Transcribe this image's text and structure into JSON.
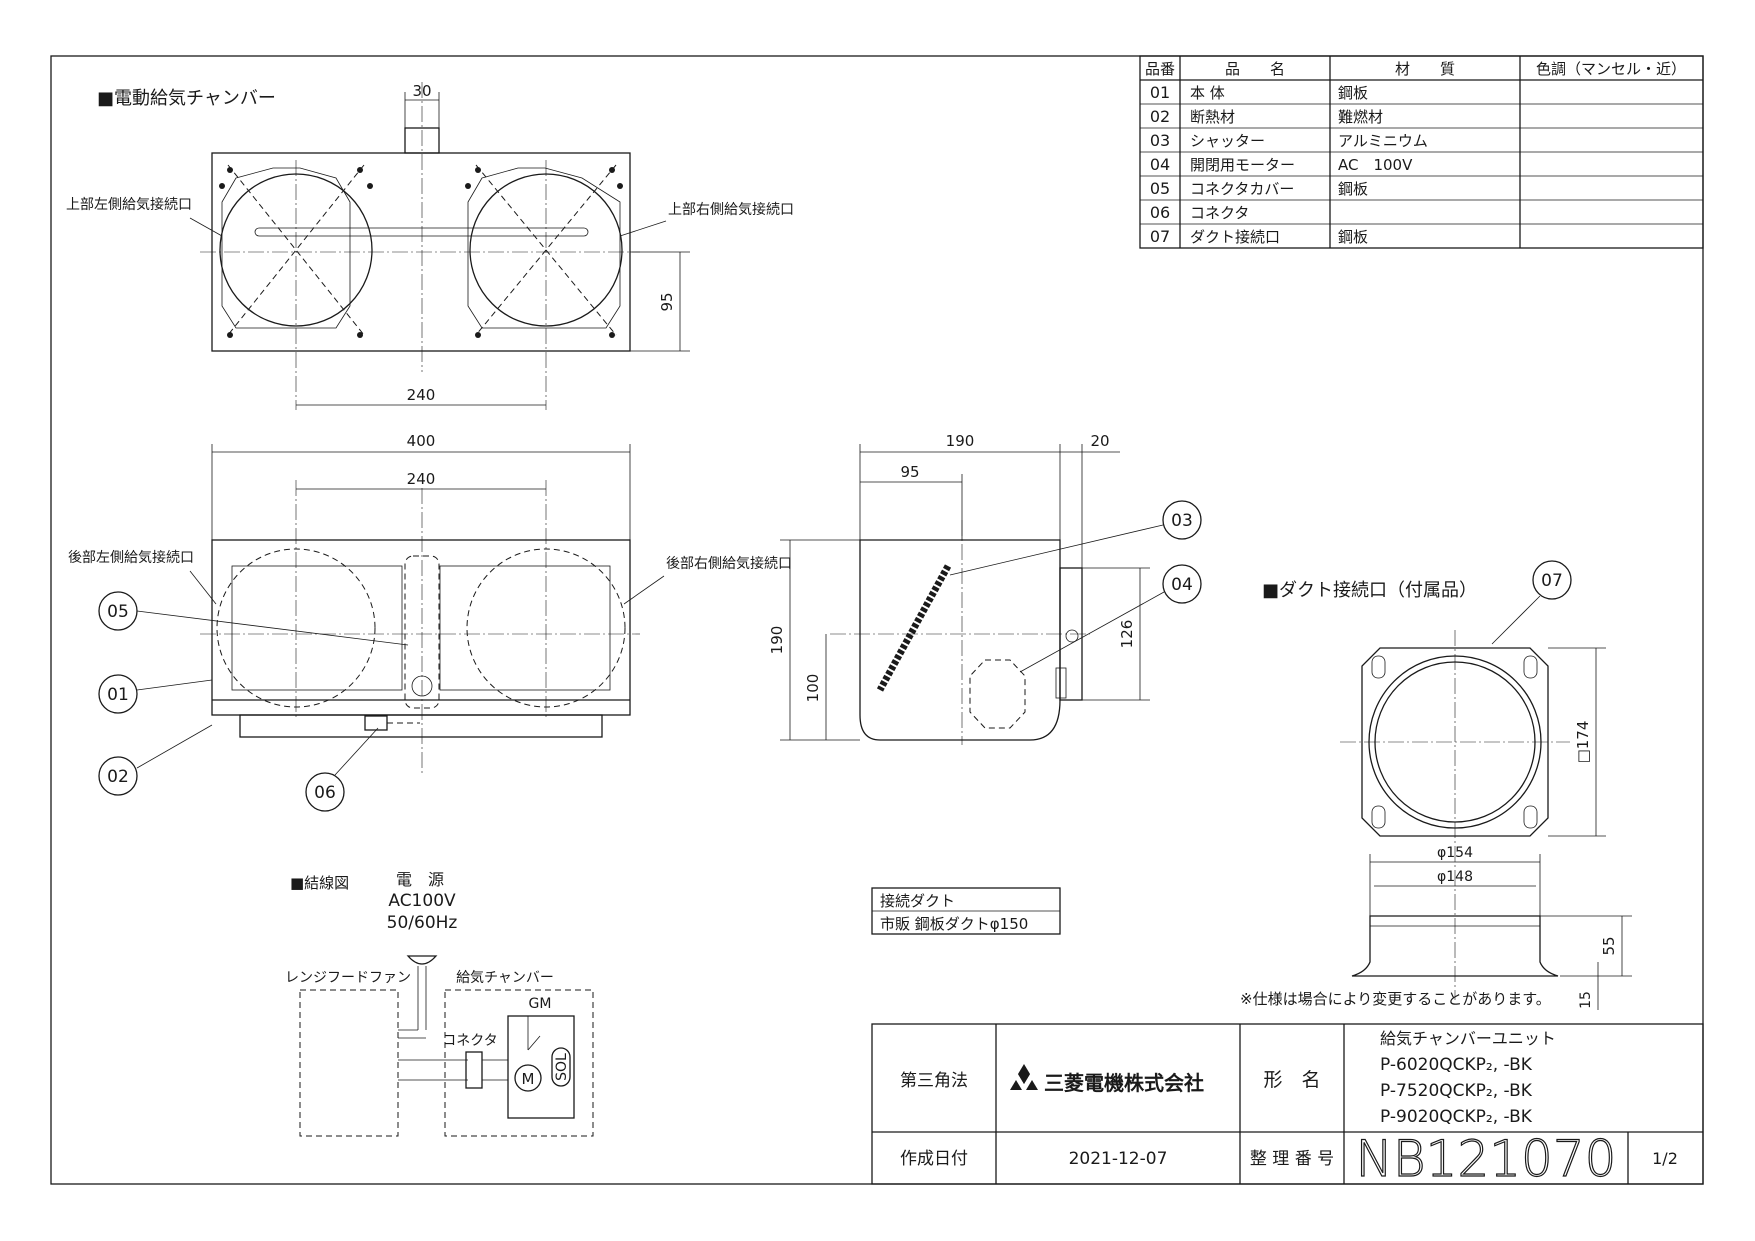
{
  "views": {
    "top_title": "■電動給気チャンバー",
    "front_title": "",
    "duct_title": "■ダクト接続口（付属品）",
    "wiring_title": "■結線図"
  },
  "labels": {
    "upper_left": "上部左側給気接続口",
    "upper_right": "上部右側給気接続口",
    "rear_left": "後部左側給気接続口",
    "rear_right": "後部右側給気接続口"
  },
  "dimensions": {
    "top": {
      "d30": "30",
      "d95": "95",
      "d240": "240"
    },
    "front": {
      "d400": "400",
      "d240": "240"
    },
    "side": {
      "d190w": "190",
      "d95": "95",
      "d20": "20",
      "d190h": "190",
      "d100": "100",
      "d126": "126"
    },
    "duct": {
      "sq174": "□174",
      "phi154": "φ154",
      "phi148": "φ148",
      "d55": "55",
      "d15": "15"
    }
  },
  "callouts": [
    "01",
    "02",
    "03",
    "04",
    "05",
    "06",
    "07"
  ],
  "parts_table": {
    "headers": [
      "品番",
      "品　　名",
      "材　　質",
      "色調（マンセル・近）"
    ],
    "rows": [
      [
        "01",
        "本 体",
        "鋼板",
        ""
      ],
      [
        "02",
        "断熱材",
        "難燃材",
        ""
      ],
      [
        "03",
        "シャッター",
        "アルミニウム",
        ""
      ],
      [
        "04",
        "開閉用モーター",
        "AC　100V",
        ""
      ],
      [
        "05",
        "コネクタカバー",
        "鋼板",
        ""
      ],
      [
        "06",
        "コネクタ",
        "",
        ""
      ],
      [
        "07",
        "ダクト接続口",
        "鋼板",
        ""
      ]
    ]
  },
  "connection_duct": {
    "label": "接続ダクト",
    "value": "市販 鋼板ダクトφ150"
  },
  "wiring": {
    "power_label": "電　源",
    "voltage": "AC100V",
    "frequency": "50/60Hz",
    "rangehood": "レンジフードファン",
    "chamber": "給気チャンバー",
    "gm": "GM",
    "connector": "コネクタ",
    "motor": "M",
    "sol": "SOL"
  },
  "note": "※仕様は場合により変更することがあります。",
  "title_block": {
    "projection": "第三角法",
    "company": "三菱電機株式会社",
    "model_label": "形　名",
    "product": "給気チャンバーユニット",
    "models": [
      "P-6020QCKP₂, -BK",
      "P-7520QCKP₂, -BK",
      "P-9020QCKP₂, -BK"
    ],
    "date_label": "作成日付",
    "date": "2021-12-07",
    "number_label": "整 理 番 号",
    "number": "NB121070",
    "sheet": "1/2"
  }
}
